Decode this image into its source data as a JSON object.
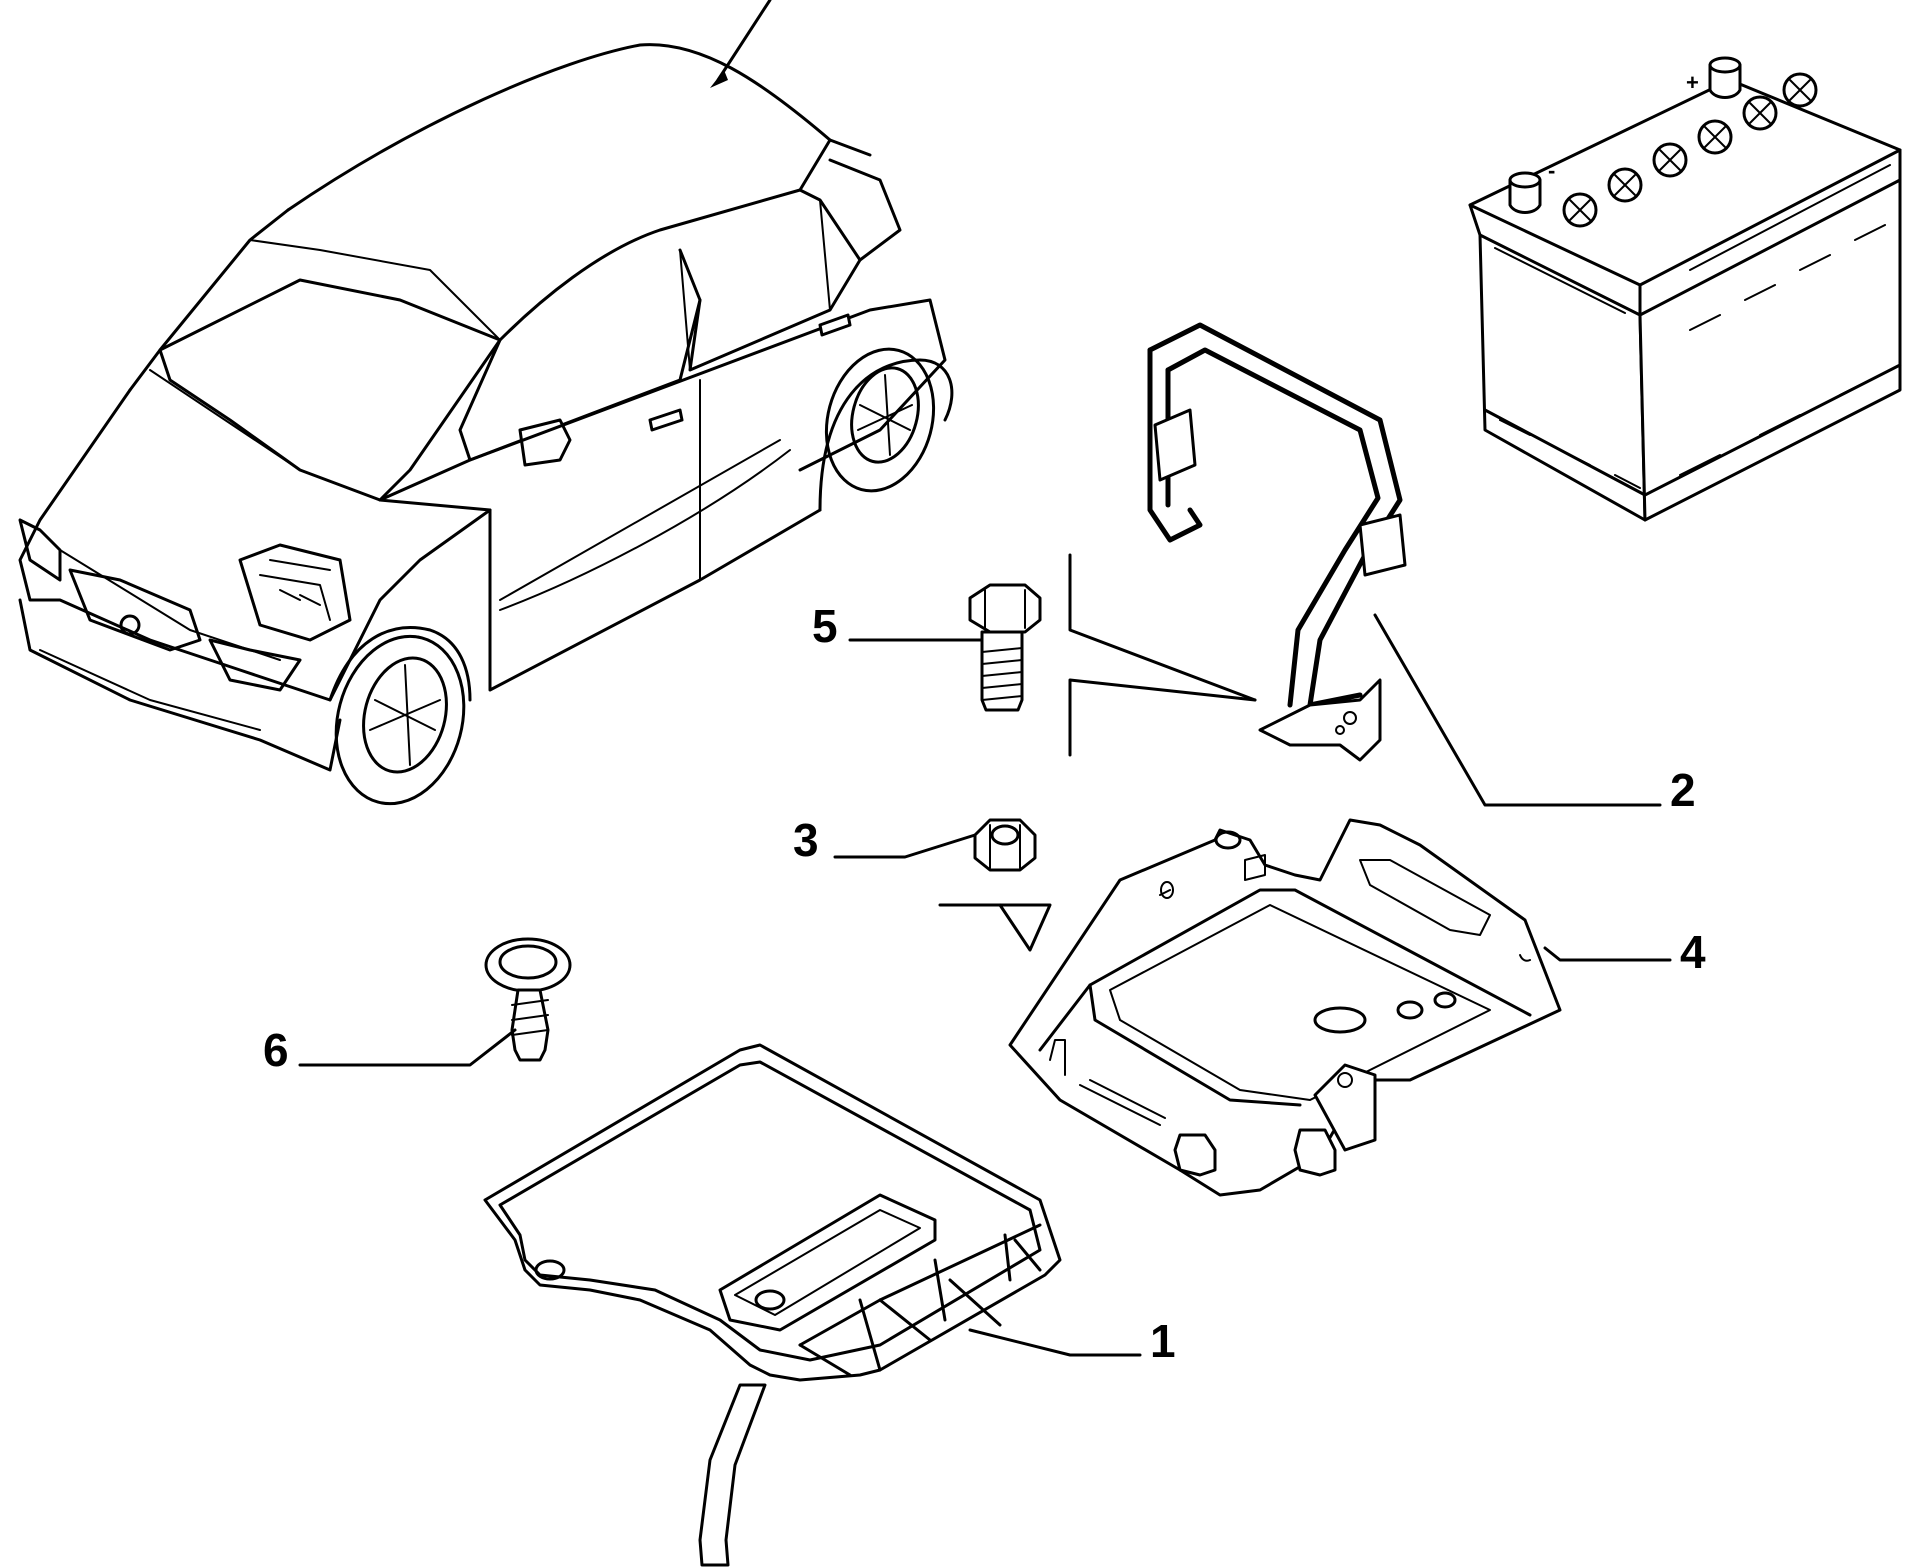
{
  "diagram": {
    "callouts": [
      {
        "id": "1",
        "label": "1",
        "part": "battery-cover-tray"
      },
      {
        "id": "2",
        "label": "2",
        "part": "battery-clamp-bracket"
      },
      {
        "id": "3",
        "label": "3",
        "part": "nut"
      },
      {
        "id": "4",
        "label": "4",
        "part": "battery-support-tray"
      },
      {
        "id": "5",
        "label": "5",
        "part": "bolt"
      },
      {
        "id": "6",
        "label": "6",
        "part": "push-clip"
      }
    ],
    "battery_terminals": {
      "negative": "-",
      "positive": "+"
    }
  }
}
